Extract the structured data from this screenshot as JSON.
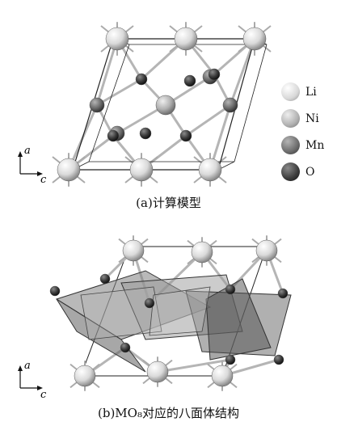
{
  "figure": {
    "panel_a": {
      "caption": "(a)计算模型",
      "axis_labels": {
        "vertical": "a",
        "horizontal": "c"
      }
    },
    "panel_b": {
      "caption": "(b)MO₈对应的八面体结构",
      "axis_labels": {
        "vertical": "a",
        "horizontal": "c"
      }
    },
    "legend": [
      {
        "label": "Li",
        "color": "#e2e2e2"
      },
      {
        "label": "Ni",
        "color": "#b9b9b9"
      },
      {
        "label": "Mn",
        "color": "#6f6f6f"
      },
      {
        "label": "O",
        "color": "#2d2d2d"
      }
    ]
  }
}
